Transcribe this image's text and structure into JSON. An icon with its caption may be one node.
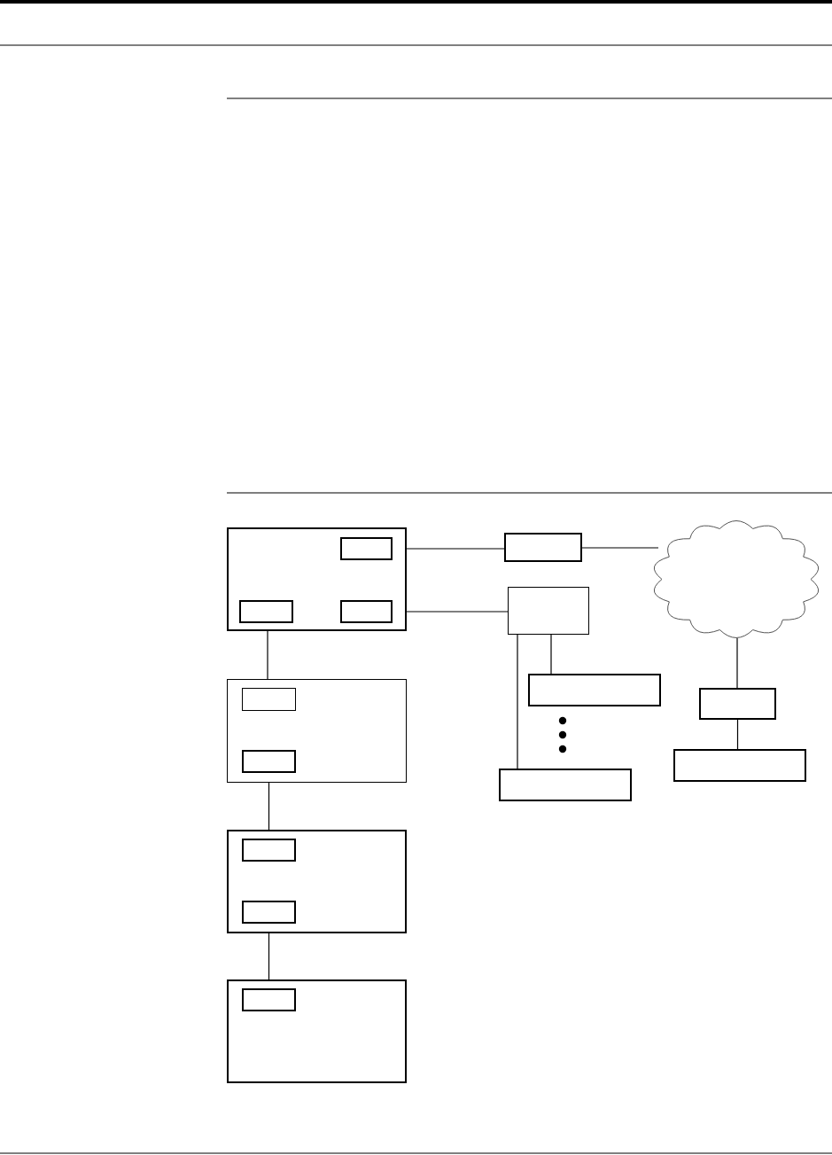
{
  "diagram": {
    "nodes": [
      {
        "text": [],
        "shape": "box"
      },
      {
        "text": [],
        "shape": "box",
        "in": 0
      },
      {
        "text": [],
        "shape": "box",
        "in": 0
      },
      {
        "text": [],
        "shape": "box",
        "in": 0
      },
      {
        "text": [],
        "shape": "box"
      },
      {
        "text": [],
        "shape": "cloud"
      },
      {
        "text": [],
        "shape": "box"
      },
      {
        "text": [],
        "shape": "box"
      },
      {
        "text": [],
        "shape": "box",
        "in": 7
      },
      {
        "text": [],
        "shape": "box",
        "in": 7
      },
      {
        "text": [],
        "shape": "box"
      },
      {
        "text": [],
        "shape": "box"
      },
      {
        "text": [],
        "shape": "box"
      },
      {
        "text": [],
        "shape": "box"
      },
      {
        "text": [],
        "shape": "box"
      },
      {
        "text": [],
        "shape": "box",
        "in": 14
      },
      {
        "text": [],
        "shape": "box",
        "in": 14
      },
      {
        "text": [],
        "shape": "box"
      },
      {
        "text": [],
        "shape": "box",
        "in": 17
      }
    ],
    "edges": [
      {
        "from": 1,
        "to": 4,
        "arrow": "none"
      },
      {
        "from": 4,
        "to": 5,
        "arrow": "none"
      },
      {
        "from": 3,
        "to": 6,
        "arrow": "none"
      },
      {
        "from": 2,
        "to": 8,
        "arrow": "none"
      },
      {
        "from": 6,
        "to": 10,
        "arrow": "none"
      },
      {
        "from": 6,
        "to": 12,
        "arrow": "none"
      },
      {
        "from": 5,
        "to": 11,
        "arrow": "none"
      },
      {
        "from": 11,
        "to": 13,
        "arrow": "none"
      },
      {
        "from": 9,
        "to": 15,
        "arrow": "none"
      },
      {
        "from": 16,
        "to": 18,
        "arrow": "none"
      }
    ]
  }
}
